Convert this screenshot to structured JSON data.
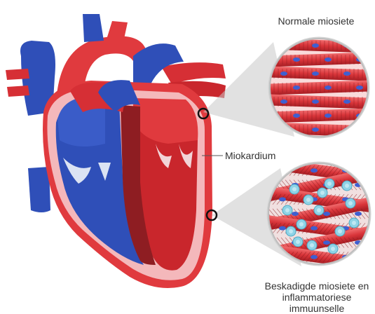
{
  "labels": {
    "normal": "Normale miosiete",
    "myocardium": "Miokardium",
    "damaged": [
      "Beskadigde miosiete en",
      "inflammatoriese",
      "immuunselle"
    ]
  },
  "colors": {
    "oxygenated": "#e03a3e",
    "deoxygenated": "#2f4fb8",
    "myocardium_wall": "#f4b8bb",
    "immune_cell": "#8fd3e6",
    "nucleus": "#3f5fd0"
  }
}
